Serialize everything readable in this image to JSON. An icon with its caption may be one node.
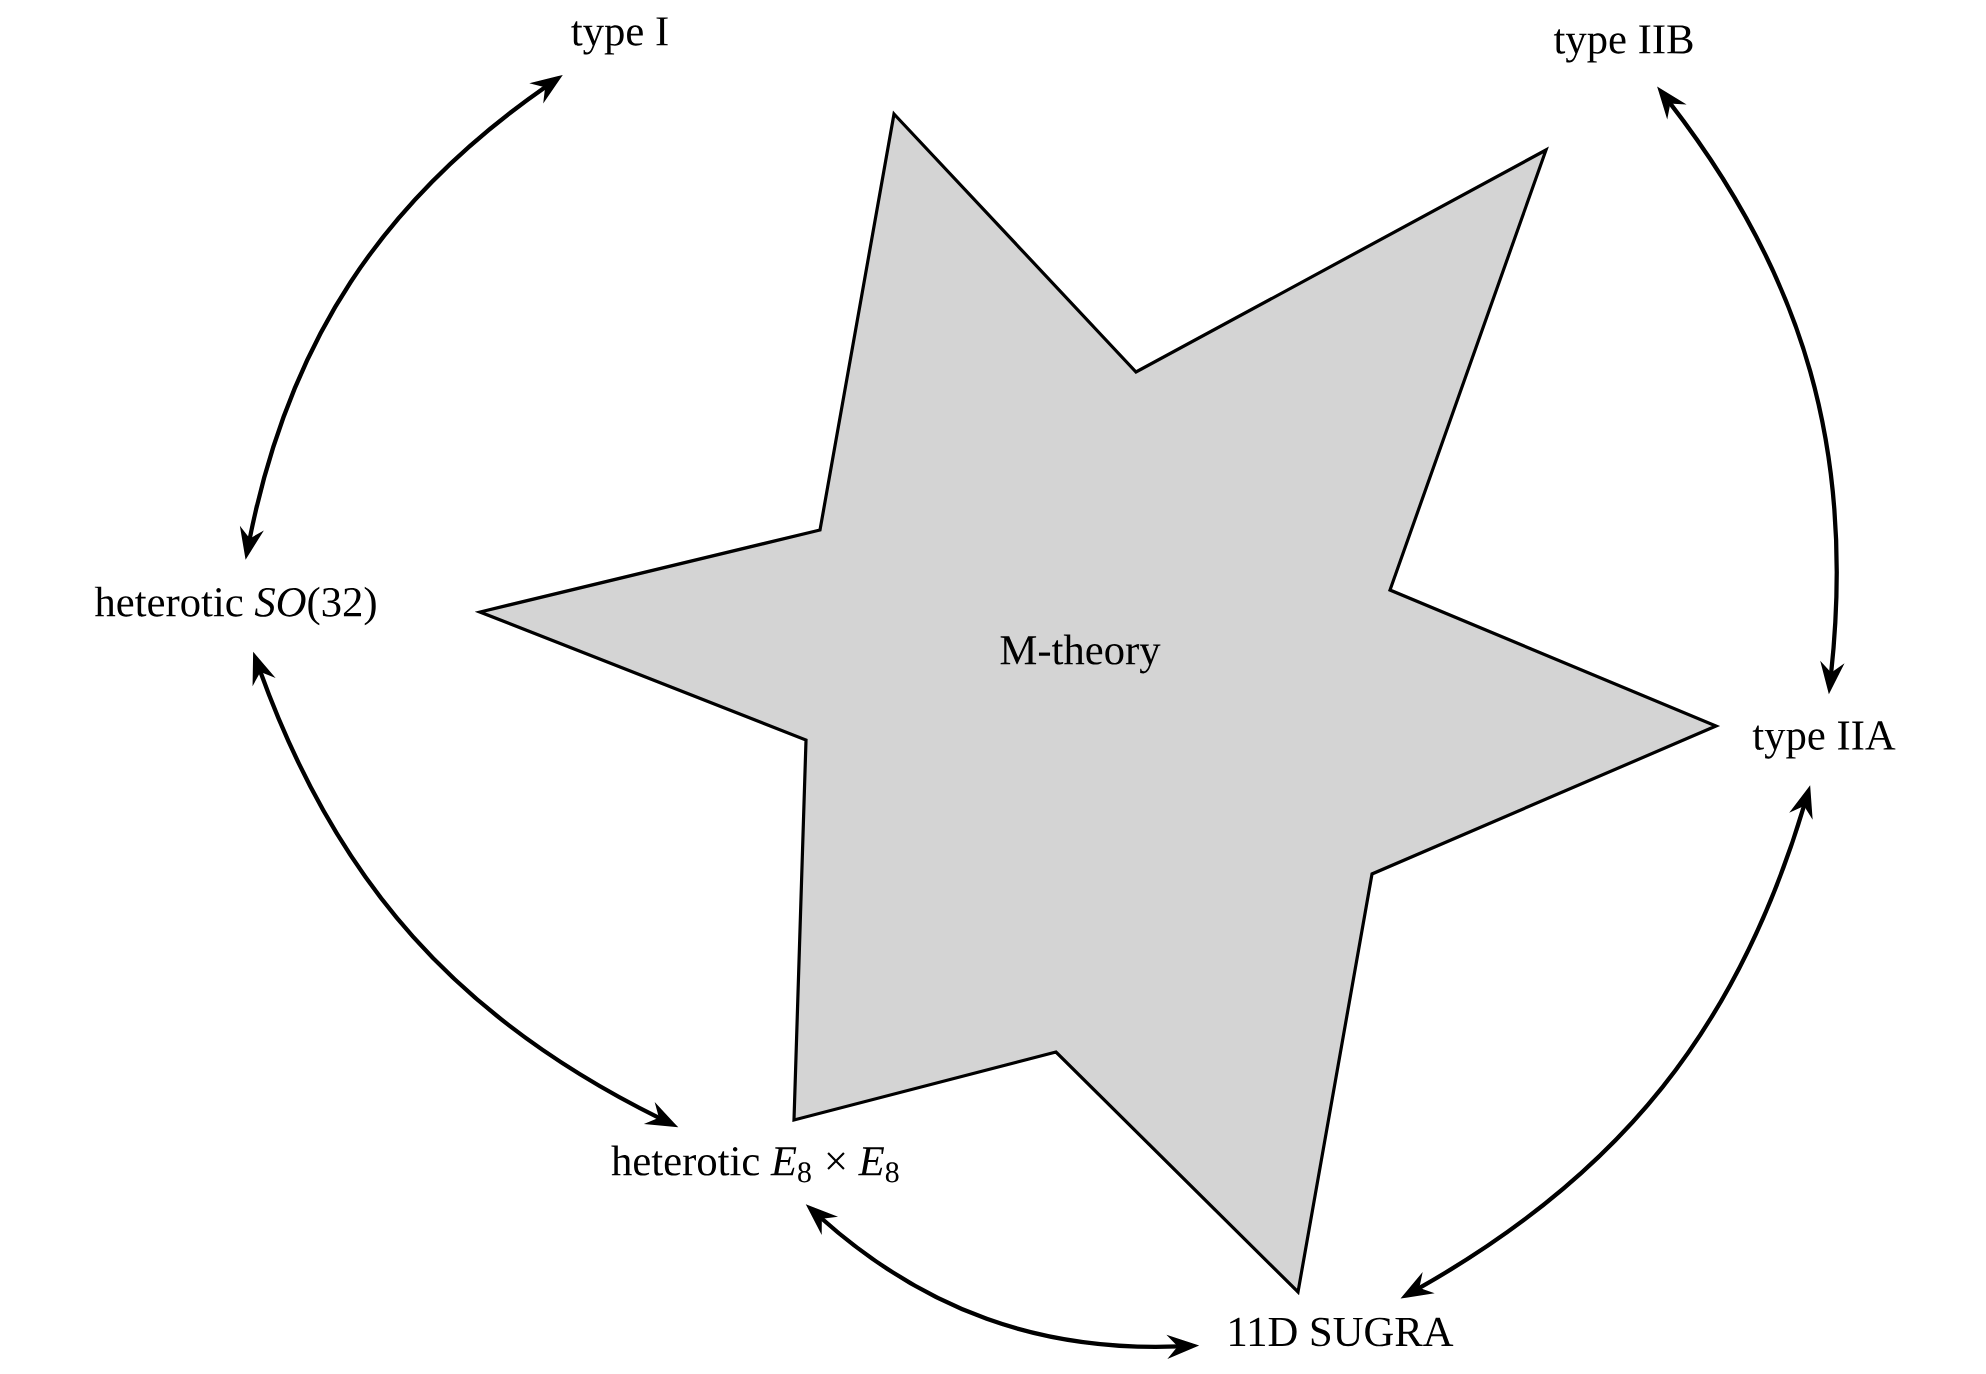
{
  "diagram": {
    "nodes": [
      {
        "text": [
          "M-theory"
        ]
      },
      {
        "text": [
          "type I"
        ]
      },
      {
        "text": [
          "type IIB"
        ]
      },
      {
        "text": [
          "heterotic *SO*(32)"
        ]
      },
      {
        "text": [
          "type IIA"
        ]
      },
      {
        "text": [
          "heterotic *E*$_{8}$ × *E*$_{8}$"
        ]
      },
      {
        "text": [
          "11D SUGRA"
        ]
      }
    ],
    "edges": [
      {
        "from": 1,
        "to": 3,
        "arrow": "both"
      },
      {
        "from": 3,
        "to": 5,
        "arrow": "both"
      },
      {
        "from": 5,
        "to": 6,
        "arrow": "both"
      },
      {
        "from": 6,
        "to": 4,
        "arrow": "both"
      },
      {
        "from": 4,
        "to": 2,
        "arrow": "both"
      }
    ]
  }
}
